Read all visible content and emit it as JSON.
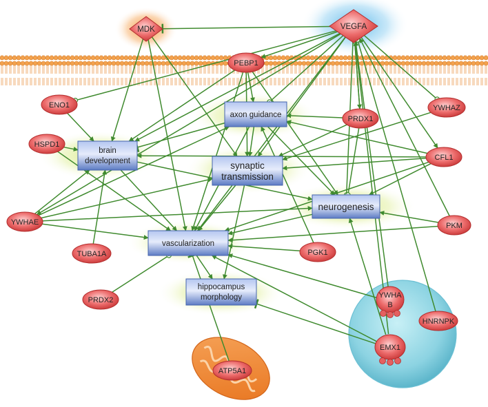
{
  "ligands": [
    {
      "id": "mdk",
      "label": "MDK"
    },
    {
      "id": "vegfa",
      "label": "VEGFA"
    }
  ],
  "proteins": [
    {
      "id": "pebp1",
      "label": "PEBP1"
    },
    {
      "id": "eno1",
      "label": "ENO1"
    },
    {
      "id": "hspd1",
      "label": "HSPD1"
    },
    {
      "id": "ywhae",
      "label": "YWHAE"
    },
    {
      "id": "tuba1a",
      "label": "TUBA1A"
    },
    {
      "id": "prdx2",
      "label": "PRDX2"
    },
    {
      "id": "prdx1",
      "label": "PRDX1"
    },
    {
      "id": "ywhaz",
      "label": "YWHAZ"
    },
    {
      "id": "cfl1",
      "label": "CFL1"
    },
    {
      "id": "pkm",
      "label": "PKM"
    },
    {
      "id": "pgk1",
      "label": "PGK1"
    },
    {
      "id": "hnrnpk",
      "label": "HNRNPK"
    },
    {
      "id": "atp5a1",
      "label": "ATP5A1"
    }
  ],
  "nuclear_proteins": [
    {
      "id": "ywhab",
      "label_line1": "YWHA",
      "label_line2": "B"
    },
    {
      "id": "emx1",
      "label": "EMX1"
    }
  ],
  "processes": [
    {
      "id": "axon",
      "label": "axon guidance"
    },
    {
      "id": "brain",
      "line1": "brain",
      "line2": "development"
    },
    {
      "id": "synaptic",
      "line1": "synaptic",
      "line2": "transmission"
    },
    {
      "id": "neuro",
      "label": "neurogenesis"
    },
    {
      "id": "vasc",
      "label": "vascularization"
    },
    {
      "id": "hippo",
      "line1": "hippocampus",
      "line2": "morphology"
    }
  ],
  "edges": [
    {
      "from": "vegfa",
      "to": "mdk",
      "type": "inhibit"
    },
    {
      "from": "vegfa",
      "to": "pebp1",
      "type": "activate"
    },
    {
      "from": "vegfa",
      "to": "eno1",
      "type": "bind"
    },
    {
      "from": "vegfa",
      "to": "brain",
      "type": "activate"
    },
    {
      "from": "vegfa",
      "to": "axon",
      "type": "bind"
    },
    {
      "from": "vegfa",
      "to": "synaptic",
      "type": "activate"
    },
    {
      "from": "vegfa",
      "to": "neuro",
      "type": "bind"
    },
    {
      "from": "vegfa",
      "to": "vasc",
      "type": "activate"
    },
    {
      "from": "vegfa",
      "to": "ywhaz",
      "type": "bind"
    },
    {
      "from": "vegfa",
      "to": "prdx1",
      "type": "activate"
    },
    {
      "from": "vegfa",
      "to": "cfl1",
      "type": "activate"
    },
    {
      "from": "vegfa",
      "to": "ywhae",
      "type": "activate"
    },
    {
      "from": "prdx1",
      "to": "vegfa",
      "type": "bind"
    },
    {
      "from": "pkm",
      "to": "vegfa",
      "type": "activate"
    },
    {
      "from": "ywhab",
      "to": "vegfa",
      "type": "activate"
    },
    {
      "from": "hnrnpk",
      "to": "vegfa",
      "type": "bind"
    },
    {
      "from": "emx1",
      "to": "vegfa",
      "type": "activate"
    },
    {
      "from": "mdk",
      "to": "brain",
      "type": "activate"
    },
    {
      "from": "mdk",
      "to": "vasc",
      "type": "activate"
    },
    {
      "from": "mdk",
      "to": "synaptic",
      "type": "activate"
    },
    {
      "from": "pebp1",
      "to": "brain",
      "type": "activate"
    },
    {
      "from": "pebp1",
      "to": "axon",
      "type": "activate"
    },
    {
      "from": "pebp1",
      "to": "synaptic",
      "type": "activate"
    },
    {
      "from": "pebp1",
      "to": "neuro",
      "type": "activate"
    },
    {
      "from": "pebp1",
      "to": "vasc",
      "type": "activate"
    },
    {
      "from": "eno1",
      "to": "brain",
      "type": "activate"
    },
    {
      "from": "hspd1",
      "to": "brain",
      "type": "activate"
    },
    {
      "from": "hspd1",
      "to": "vasc",
      "type": "activate"
    },
    {
      "from": "ywhae",
      "to": "brain",
      "type": "activate"
    },
    {
      "from": "ywhae",
      "to": "axon",
      "type": "activate"
    },
    {
      "from": "ywhae",
      "to": "synaptic",
      "type": "activate"
    },
    {
      "from": "ywhae",
      "to": "neuro",
      "type": "activate"
    },
    {
      "from": "ywhae",
      "to": "vasc",
      "type": "activate"
    },
    {
      "from": "tuba1a",
      "to": "brain",
      "type": "activate"
    },
    {
      "from": "prdx2",
      "to": "vasc",
      "type": "bind"
    },
    {
      "from": "prdx1",
      "to": "synaptic",
      "type": "activate"
    },
    {
      "from": "prdx1",
      "to": "neuro",
      "type": "bind"
    },
    {
      "from": "prdx1",
      "to": "axon",
      "type": "activate"
    },
    {
      "from": "cfl1",
      "to": "axon",
      "type": "activate"
    },
    {
      "from": "cfl1",
      "to": "synaptic",
      "type": "activate"
    },
    {
      "from": "cfl1",
      "to": "brain",
      "type": "activate"
    },
    {
      "from": "cfl1",
      "to": "neuro",
      "type": "activate"
    },
    {
      "from": "cfl1",
      "to": "vasc",
      "type": "activate"
    },
    {
      "from": "ywhaz",
      "to": "synaptic",
      "type": "activate"
    },
    {
      "from": "pkm",
      "to": "neuro",
      "type": "activate"
    },
    {
      "from": "pkm",
      "to": "vasc",
      "type": "activate"
    },
    {
      "from": "pgk1",
      "to": "vasc",
      "type": "activate"
    },
    {
      "from": "pgk1",
      "to": "axon",
      "type": "activate"
    },
    {
      "from": "emx1",
      "to": "neuro",
      "type": "activate"
    },
    {
      "from": "emx1",
      "to": "vasc",
      "type": "activate"
    },
    {
      "from": "emx1",
      "to": "hippo",
      "type": "inhibit"
    },
    {
      "from": "ywhab",
      "to": "vasc",
      "type": "activate"
    },
    {
      "from": "atp5a1",
      "to": "vasc",
      "type": "inhibit"
    },
    {
      "from": "axon",
      "to": "synaptic",
      "type": "activate"
    },
    {
      "from": "axon",
      "to": "neuro",
      "type": "activate"
    },
    {
      "from": "axon",
      "to": "brain",
      "type": "inhibit"
    },
    {
      "from": "axon",
      "to": "vasc",
      "type": "activate"
    },
    {
      "from": "brain",
      "to": "vasc",
      "type": "activate"
    },
    {
      "from": "brain",
      "to": "neuro",
      "type": "activate"
    },
    {
      "from": "synaptic",
      "to": "vasc",
      "type": "activate"
    },
    {
      "from": "synaptic",
      "to": "hippo",
      "type": "activate"
    },
    {
      "from": "neuro",
      "to": "vasc",
      "type": "activate"
    },
    {
      "from": "vasc",
      "to": "hippo",
      "type": "activate"
    }
  ],
  "colors": {
    "edge": "#3f8a2e",
    "membrane": "#f0a050",
    "protein_fill": "#e05050",
    "process_fill": "#6f8fd6",
    "nucleus": "#7fd0e0",
    "mitochondrion": "#f08a3a"
  }
}
